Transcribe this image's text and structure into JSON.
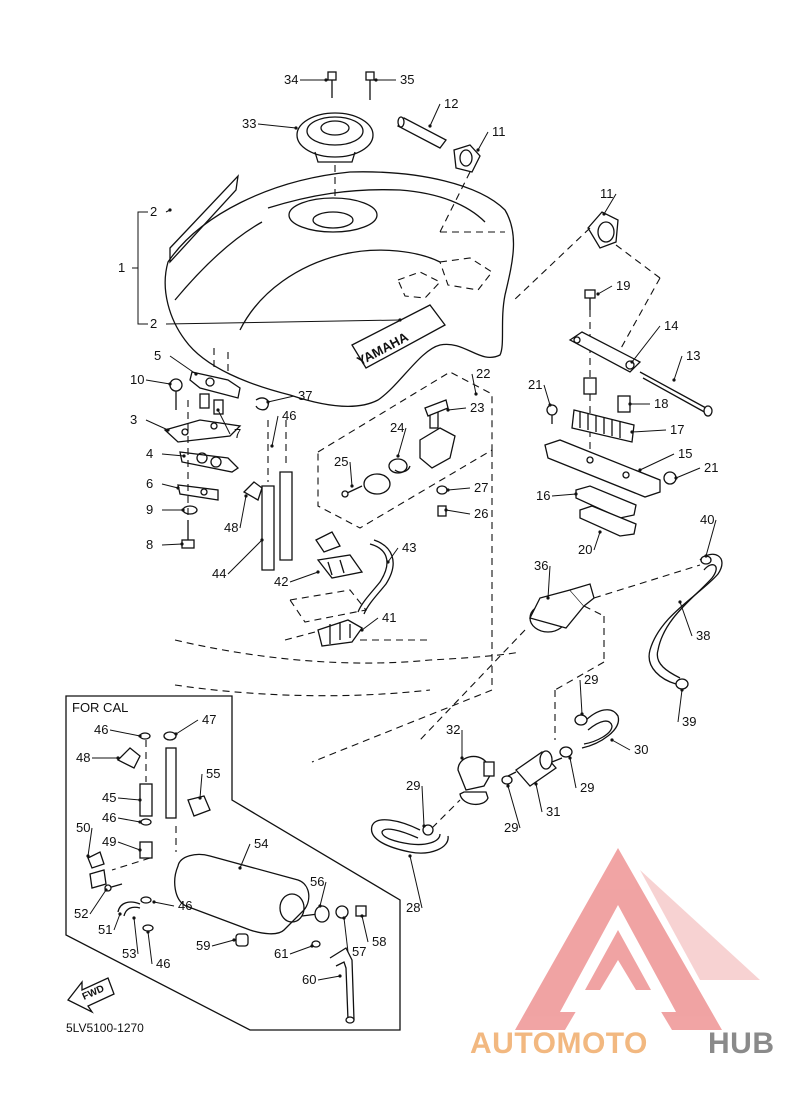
{
  "diagram": {
    "code": "5LV5100-1270",
    "inset_title": "FOR CAL",
    "fwd_label": "FWD",
    "tank_brand": "YAMAHA",
    "labels": [
      {
        "id": "34",
        "text": "34"
      },
      {
        "id": "35",
        "text": "35"
      },
      {
        "id": "33",
        "text": "33"
      },
      {
        "id": "12",
        "text": "12"
      },
      {
        "id": "11a",
        "text": "11"
      },
      {
        "id": "11b",
        "text": "11"
      },
      {
        "id": "2a",
        "text": "2"
      },
      {
        "id": "1",
        "text": "1"
      },
      {
        "id": "2b",
        "text": "2"
      },
      {
        "id": "19",
        "text": "19"
      },
      {
        "id": "14",
        "text": "14"
      },
      {
        "id": "13",
        "text": "13"
      },
      {
        "id": "21a",
        "text": "21"
      },
      {
        "id": "18",
        "text": "18"
      },
      {
        "id": "17",
        "text": "17"
      },
      {
        "id": "15",
        "text": "15"
      },
      {
        "id": "21b",
        "text": "21"
      },
      {
        "id": "16",
        "text": "16"
      },
      {
        "id": "20",
        "text": "20"
      },
      {
        "id": "5",
        "text": "5"
      },
      {
        "id": "10",
        "text": "10"
      },
      {
        "id": "3",
        "text": "3"
      },
      {
        "id": "7",
        "text": "7"
      },
      {
        "id": "4",
        "text": "4"
      },
      {
        "id": "6",
        "text": "6"
      },
      {
        "id": "9",
        "text": "9"
      },
      {
        "id": "8",
        "text": "8"
      },
      {
        "id": "37",
        "text": "37"
      },
      {
        "id": "46a",
        "text": "46"
      },
      {
        "id": "48a",
        "text": "48"
      },
      {
        "id": "44",
        "text": "44"
      },
      {
        "id": "22",
        "text": "22"
      },
      {
        "id": "23",
        "text": "23"
      },
      {
        "id": "24",
        "text": "24"
      },
      {
        "id": "25",
        "text": "25"
      },
      {
        "id": "27",
        "text": "27"
      },
      {
        "id": "26",
        "text": "26"
      },
      {
        "id": "43",
        "text": "43"
      },
      {
        "id": "42",
        "text": "42"
      },
      {
        "id": "41",
        "text": "41"
      },
      {
        "id": "36",
        "text": "36"
      },
      {
        "id": "40",
        "text": "40"
      },
      {
        "id": "38",
        "text": "38"
      },
      {
        "id": "39",
        "text": "39"
      },
      {
        "id": "29a",
        "text": "29"
      },
      {
        "id": "30",
        "text": "30"
      },
      {
        "id": "29b",
        "text": "29"
      },
      {
        "id": "32",
        "text": "32"
      },
      {
        "id": "31",
        "text": "31"
      },
      {
        "id": "29c",
        "text": "29"
      },
      {
        "id": "29d",
        "text": "29"
      },
      {
        "id": "28",
        "text": "28"
      },
      {
        "id": "46b",
        "text": "46"
      },
      {
        "id": "47",
        "text": "47"
      },
      {
        "id": "48b",
        "text": "48"
      },
      {
        "id": "55",
        "text": "55"
      },
      {
        "id": "45",
        "text": "45"
      },
      {
        "id": "46c",
        "text": "46"
      },
      {
        "id": "50",
        "text": "50"
      },
      {
        "id": "49",
        "text": "49"
      },
      {
        "id": "54",
        "text": "54"
      },
      {
        "id": "52",
        "text": "52"
      },
      {
        "id": "51",
        "text": "51"
      },
      {
        "id": "46d",
        "text": "46"
      },
      {
        "id": "53",
        "text": "53"
      },
      {
        "id": "46e",
        "text": "46"
      },
      {
        "id": "56",
        "text": "56"
      },
      {
        "id": "57",
        "text": "57"
      },
      {
        "id": "58",
        "text": "58"
      },
      {
        "id": "59",
        "text": "59"
      },
      {
        "id": "61",
        "text": "61"
      },
      {
        "id": "60",
        "text": "60"
      }
    ]
  },
  "watermark": {
    "part1": "AUTOMOTO",
    "part2": "HUB",
    "color_orange": "#f2b880",
    "color_red": "#ec8f8f",
    "color_gray": "#8a8a8a"
  }
}
